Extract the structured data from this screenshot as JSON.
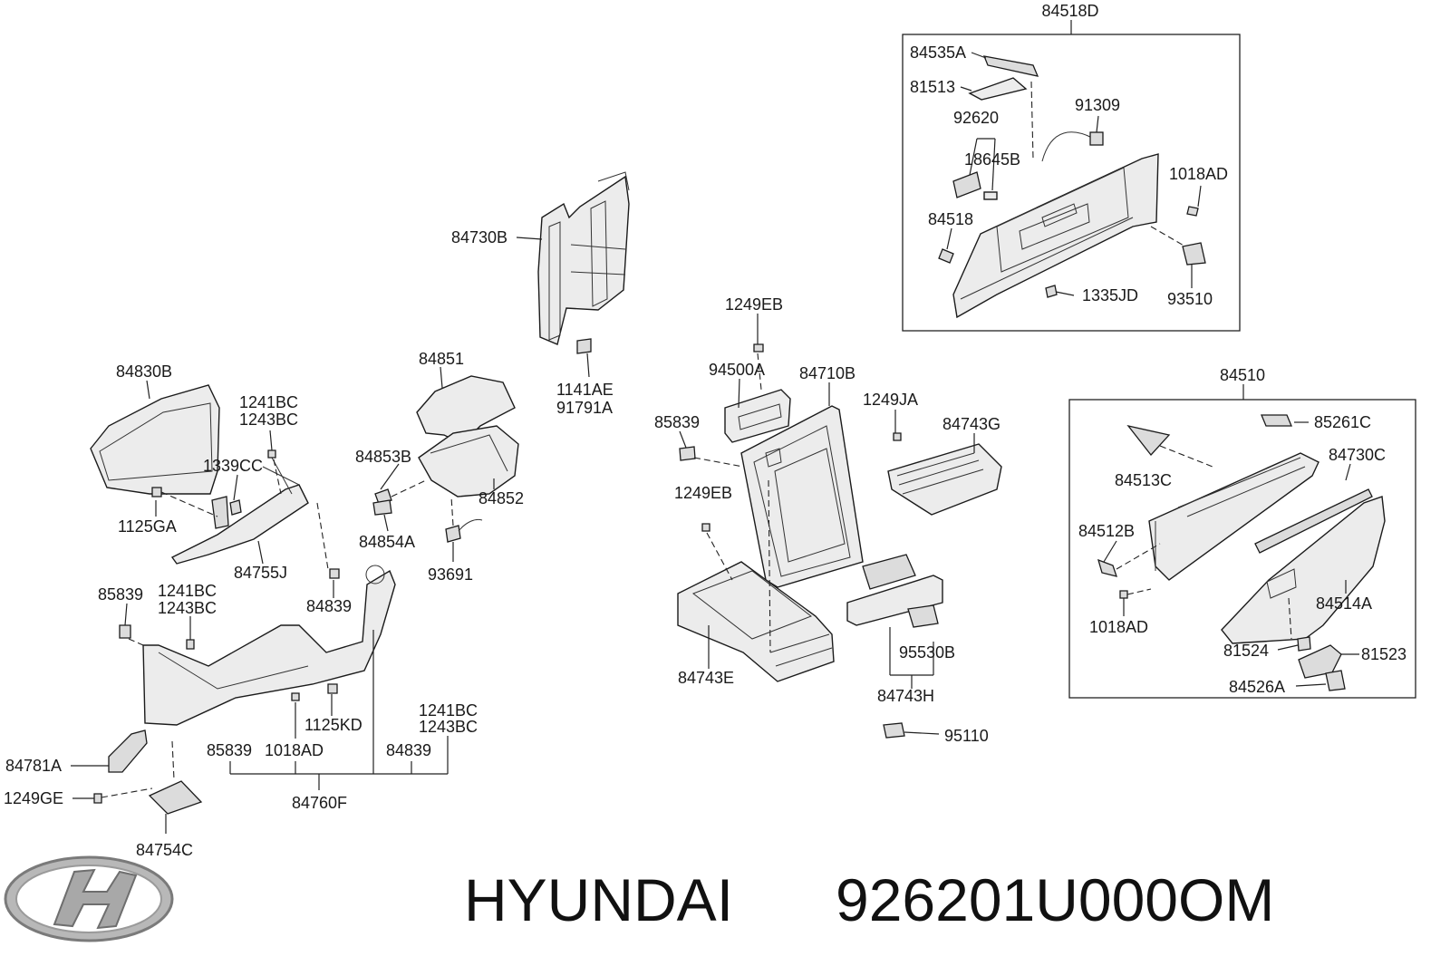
{
  "colors": {
    "ink": "#1a1a1a",
    "part_fill": "#ececec",
    "logo_silver": "#9a9a9a"
  },
  "title": {
    "brand": "HYUNDAI",
    "part_number": "926201U000OM"
  },
  "logo": {
    "icon": "hyundai-logo-icon"
  },
  "labels": {
    "l84518D": "84518D",
    "l84535A": "84535A",
    "l81513": "81513",
    "l92620": "92620",
    "l91309": "91309",
    "l18645B": "18645B",
    "l1018AD_a": "1018AD",
    "l84518": "84518",
    "l1335JD": "1335JD",
    "l93510": "93510",
    "l84730B": "84730B",
    "l1141AE": "1141AE",
    "l91791A": "91791A",
    "l1249EB_a": "1249EB",
    "l94500A": "94500A",
    "l84710B": "84710B",
    "l1249JA": "1249JA",
    "l84743G": "84743G",
    "l85839_a": "85839",
    "l1249EB_b": "1249EB",
    "l84743E": "84743E",
    "l95530B": "95530B",
    "l84743H": "84743H",
    "l95110": "95110",
    "l84510": "84510",
    "l85261C": "85261C",
    "l84513C": "84513C",
    "l84730C": "84730C",
    "l84512B": "84512B",
    "l1018AD_b": "1018AD",
    "l84514A": "84514A",
    "l81524": "81524",
    "l81523": "81523",
    "l84526A": "84526A",
    "l84830B": "84830B",
    "l1241BC_a": "1241BC",
    "l1243BC_a": "1243BC",
    "l1339CC": "1339CC",
    "l1125GA": "1125GA",
    "l84755J": "84755J",
    "l84851": "84851",
    "l84853B": "84853B",
    "l84852": "84852",
    "l84854A": "84854A",
    "l93691": "93691",
    "l84839_a": "84839",
    "l85839_b": "85839",
    "l1241BC_b": "1241BC",
    "l1243BC_b": "1243BC",
    "l1125KD": "1125KD",
    "l1241BC_c": "1241BC",
    "l1243BC_c": "1243BC",
    "l85839_c": "85839",
    "l1018AD_c": "1018AD",
    "l84839_b": "84839",
    "l84781A": "84781A",
    "l1249GE": "1249GE",
    "l84760F": "84760F",
    "l84754C": "84754C"
  }
}
